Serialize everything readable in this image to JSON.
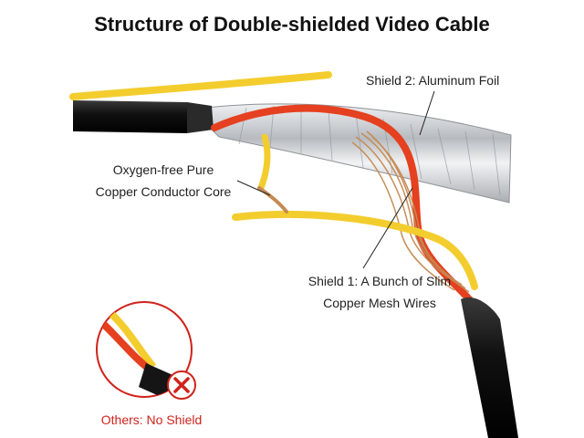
{
  "title": "Structure of Double-shielded Video Cable",
  "labels": {
    "shield2": "Shield 2: Aluminum Foil",
    "conductor_line1": "Oxygen-free Pure",
    "conductor_line2": "Copper Conductor Core",
    "shield1_line1": "Shield 1: A Bunch of Slim",
    "shield1_line2": "Copper Mesh Wires",
    "others": "Others: No Shield"
  },
  "icons": {
    "no_shield_mark": "x-icon"
  },
  "colors": {
    "red_wire": "#e5401f",
    "yellow_wire": "#f3cd2e",
    "jacket": "#151515",
    "foil": "#c9ccd0",
    "copper": "#c58a52",
    "alert": "#d0221b"
  }
}
